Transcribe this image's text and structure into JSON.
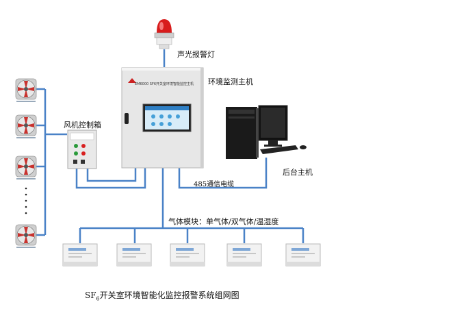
{
  "labels": {
    "alarm_light": "声光报警灯",
    "monitor_host": "环境监测主机",
    "fan_box": "风机控制箱",
    "backend_host": "后台主机",
    "cable": "485通信电缆",
    "gas_modules": "气体模块：单气体/双气体/温湿度",
    "caption_prefix": "SF",
    "caption_sub": "6",
    "caption_rest": "开关室环境智能化监控报警系统组网图"
  },
  "panel_text": "EM6000 SF6开关室环境智能监控主机",
  "colors": {
    "line": "#4a82c7",
    "cabinet": "#e6e6e6",
    "alarm": "#d81c1c",
    "fan_red": "#c8322e"
  },
  "icons": {
    "alarm": "alarm-light-icon",
    "fan": "exhaust-fan-icon",
    "pc": "desktop-computer-icon",
    "module": "gas-sensor-module-icon",
    "box": "fan-control-box-icon"
  }
}
